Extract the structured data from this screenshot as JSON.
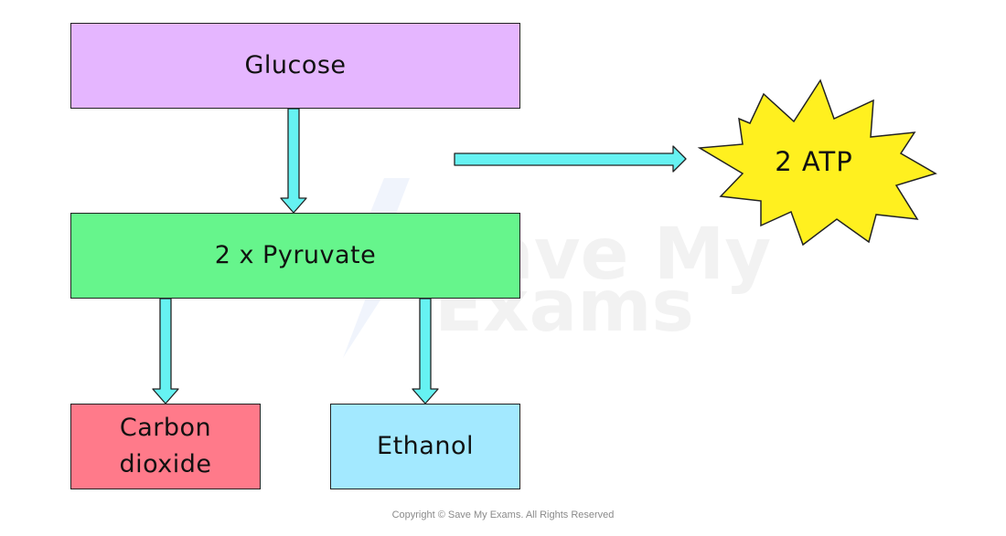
{
  "nodes": {
    "glucose": {
      "label": "Glucose",
      "color": "#e5b6ff"
    },
    "pyruvate": {
      "label": "2 x Pyruvate",
      "color": "#66f58c"
    },
    "carbon_dioxide": {
      "line1": "Carbon",
      "line2": "dioxide",
      "color": "#ff7a8a"
    },
    "ethanol": {
      "label": "Ethanol",
      "color": "#a3e9ff"
    },
    "atp": {
      "label": "2 ATP",
      "color": "#fff01f"
    }
  },
  "arrow_color": "#66f2f2",
  "watermark": {
    "line1": "Save My",
    "line2": "Exams"
  },
  "copyright": "Copyright © Save My Exams. All Rights Reserved"
}
